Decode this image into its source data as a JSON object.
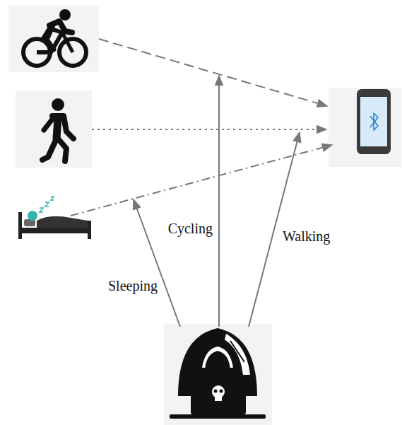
{
  "diagram": {
    "labels": [
      "Cycling",
      "Walking",
      "Sleeping"
    ]
  }
}
